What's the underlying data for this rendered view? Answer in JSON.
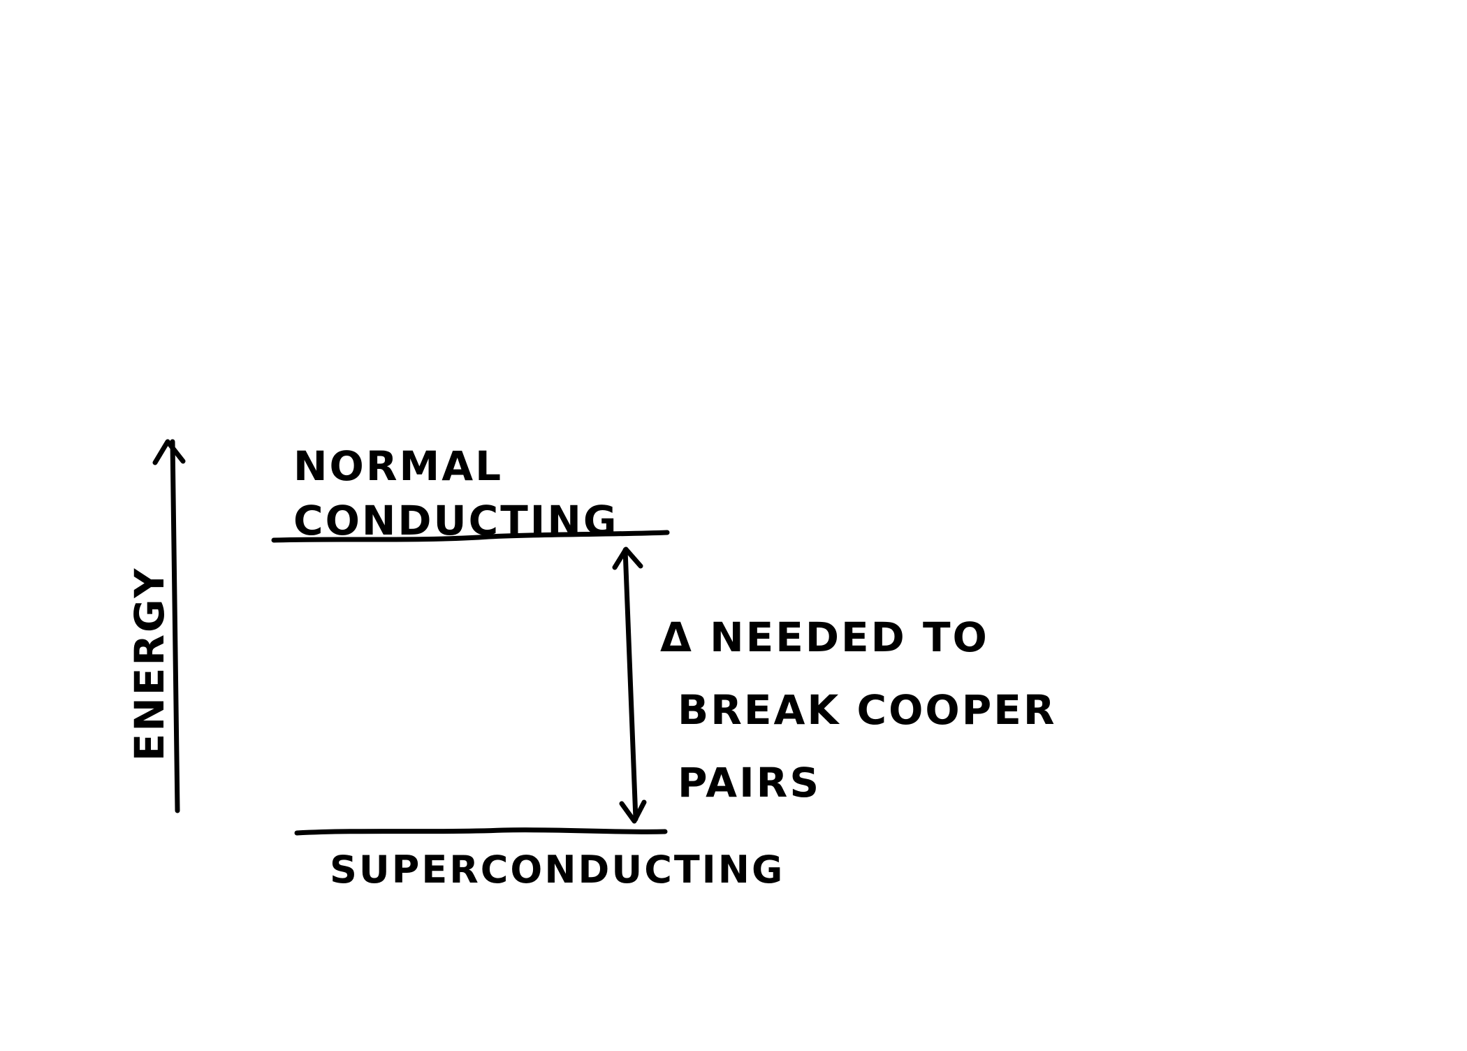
{
  "labels": {
    "normal_line1": "NORMAL",
    "normal_line2": "CONDUCTING",
    "superconducting": "SUPERCONDUCTING",
    "gap_line1": "Δ NEEDED TO",
    "gap_line2": "BREAK COOPER",
    "gap_line3": "PAIRS",
    "axis": "ENERGY"
  }
}
